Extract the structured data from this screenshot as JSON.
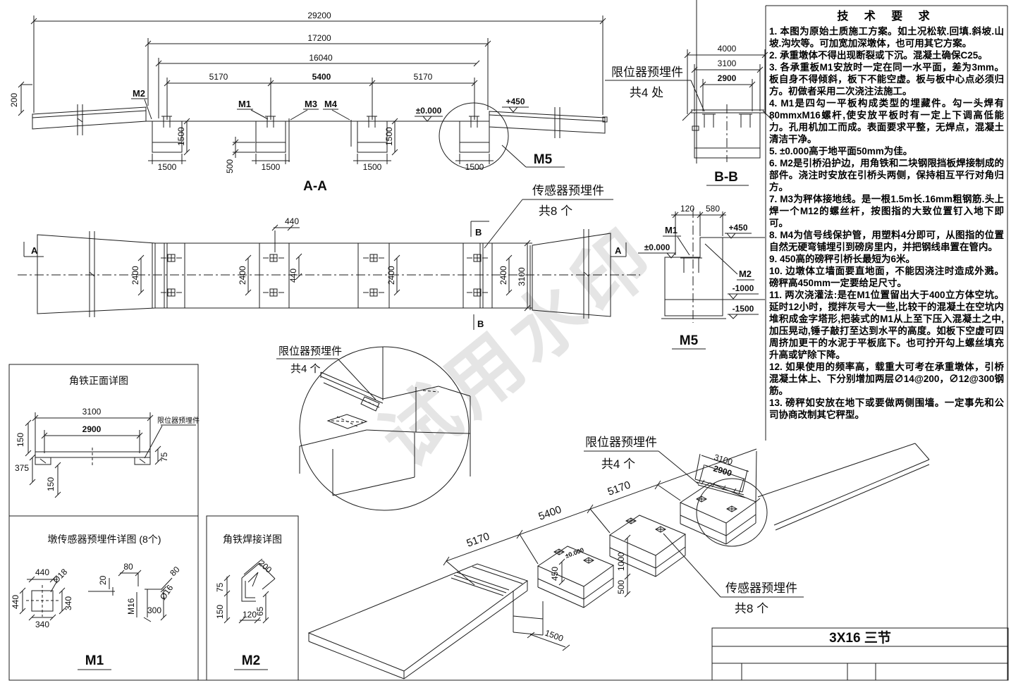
{
  "watermark": "试用水印",
  "aa": {
    "title": "A-A",
    "d29200": "29200",
    "d17200": "17200",
    "d16040": "16040",
    "d5170L": "5170",
    "d5400": "5400",
    "d5170R": "5170",
    "d200": "200",
    "w1500_1": "1500",
    "w1500_2": "1500",
    "w1500_3": "1500",
    "w1500_4": "1500",
    "depth1500_1": "1500",
    "depth1500_2": "1500",
    "d500": "500",
    "m1": "M1",
    "m2": "M2",
    "m3": "M3",
    "m4": "M4",
    "m5": "M5",
    "lv_zero": "±0.000",
    "lv_450": "+450"
  },
  "bb": {
    "title": "B-B",
    "d4000": "4000",
    "d3100": "3100",
    "d2900": "2900",
    "limiter_line1": "限位器预埋件",
    "limiter_line2": "共4 处"
  },
  "plan": {
    "marker_a_left": "A",
    "marker_a_right": "A",
    "marker_b_top": "B",
    "marker_b_bottom": "B",
    "d440_top": "440",
    "d440_side": "440",
    "d2400_1": "2400",
    "d2400_2": "2400",
    "d2400_3": "2400",
    "d2400_4": "2400",
    "d3100": "3100",
    "sensor_line1": "传感器预埋件",
    "sensor_line2": "共8 个"
  },
  "m5d": {
    "title": "M5",
    "d120": "120",
    "d580": "580",
    "m1": "M1",
    "m2": "M2",
    "lv_zero": "±0.000",
    "lv_450": "+450",
    "lv_n1000": "-1000",
    "lv_n1500": "-1500"
  },
  "circle_detail": {
    "line1": "限位器预埋件",
    "line2": "共4 个"
  },
  "angle_front": {
    "title": "角铁正面详图",
    "d3100": "3100",
    "d2900": "2900",
    "d150a": "150",
    "d375": "375",
    "d150b": "150",
    "d75": "75",
    "label": "限位器预埋件"
  },
  "m1_detail": {
    "title": "墩传感器预埋件详图 (8个)",
    "d440a": "440",
    "d440b": "440",
    "dia18": "Ø18",
    "d340a": "340",
    "d340b": "340",
    "d20": "20",
    "d80a": "80",
    "m16": "M16",
    "d300": "300",
    "dia16": "Ø16",
    "d80b": "80",
    "name": "M1"
  },
  "m2_detail": {
    "title": "角铁焊接详图",
    "d200": "200",
    "d75": "75",
    "d150": "150",
    "d120": "120",
    "d65": "65",
    "name": "M2"
  },
  "iso": {
    "d5170L": "5170",
    "d5400": "5400",
    "d5170R": "5170",
    "d3100": "3100",
    "d2900": "2900",
    "d450": "450",
    "d1000": "1000",
    "d500": "500",
    "d1500": "1500",
    "lv_zero": "±0.000",
    "limiter_line1": "限位器预埋件",
    "limiter_line2": "共4 个",
    "sensor_line1": "传感器预埋件",
    "sensor_line2": "共8 个"
  },
  "tech": {
    "title": "技 术 要 求",
    "items": [
      "1. 本图为原始土质施工方案。如土况松软.回填.斜坡.山坡.沟坎等。可加宽加深墩体，也可用其它方案。",
      "2. 承重墩体不得出现断裂或下沉。混凝土确保C25。",
      "3. 各承重板M1安放时一定在同一水平面，差为3mm。板自身不得倾斜，板下不能空虚。板与板中心点必须归方。初做者采用二次浇注法施工。",
      "4. M1是四勾一平板构成类型的埋藏件。勾一头焊有80mmxM16螺杆,使安放平板时有一定上下调高低能力。孔用机加工而成。表面要求平整，无焊点，混凝土清洁干净。",
      "5. ±0.000高于地平面50mm为佳。",
      "6. M2是引桥沿护边，用角铁和二块钢限挡板焊接制成的部件。浇注时安放在引桥头两侧，保持相互平行对角归方。",
      "7. M3为秤体接地线。是一根1.5m长.16mm粗钢筋.头上焊一个M12的螺丝杆，按图指的大致位置钉入地下即可。",
      "8. M4为信号线保护管，用塑料4分即可，从图指的位置自然无硬弯铺埋引到磅房里内，并把钢线串置在管内。",
      "9. 450高的磅秤引桥长最短为6米。",
      "10. 边墩体立墙面要直地面，不能因浇注时造成外溅。磅秤高450mm一定要给足尺寸。",
      "11. 两次浇灌法:是在M1位置留出大于400立方体空坑。延时12小时，搅拌灰号大一些,比较干的混凝土在空坑内堆积成金字塔形,把装式的M1从上至下压入混凝土之中,加压晃动,锤子敲打至达到水平的高度。如板下空虚可四周挤加更干的水泥于平板底下。也可拧开勾上螺丝填充升高或铲除下降。",
      "12. 如果使用的频率高，载重大可考在承重墩体，引桥混凝土体上、下分别增加两层∅14@200，∅12@300钢筋。",
      "13. 磅秤如安放在地下或要做两侧围墙。一定事先和公司协商改制其它秤型。"
    ]
  },
  "titleblock": {
    "model": "3X16 三节"
  },
  "colors": {
    "accent_red": "#e8241d",
    "line": "#1c1c1c",
    "watermark": "#e5e5e5"
  }
}
